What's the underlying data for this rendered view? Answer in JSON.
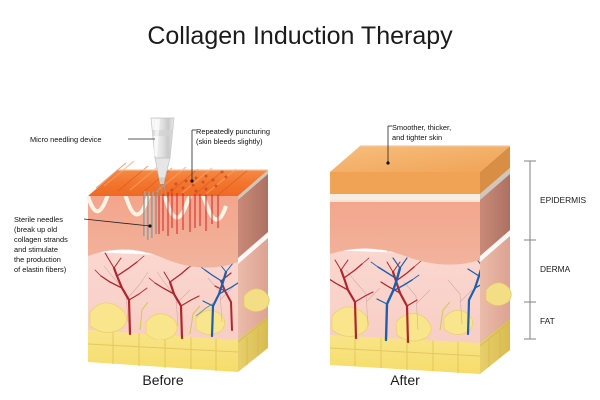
{
  "page": {
    "title": "Collagen Induction Therapy",
    "background_color": "#ffffff"
  },
  "panels": [
    {
      "id": "before",
      "caption": "Before",
      "annotations": [
        {
          "name": "micro-needling-device",
          "lines": [
            "Micro needling device"
          ]
        },
        {
          "name": "repeated-puncturing",
          "lines": [
            "Repeatedly puncturing",
            "(skin bleeds slightly)"
          ]
        },
        {
          "name": "sterile-needles",
          "lines": [
            "Sterile needles",
            "(break up old",
            "collagen strands",
            "and stimulate",
            "the production",
            "of elastin fibers)"
          ]
        }
      ]
    },
    {
      "id": "after",
      "caption": "After",
      "annotations": [
        {
          "name": "smoother-skin",
          "lines": [
            "Smoother, thicker,",
            "and tighter skin"
          ]
        }
      ]
    }
  ],
  "layer_labels": [
    {
      "name": "epidermis",
      "label": "EPIDERMIS"
    },
    {
      "name": "derma",
      "label": "DERMA"
    },
    {
      "name": "fat",
      "label": "FAT"
    }
  ],
  "colors": {
    "epidermis_top_before": "#F2752E",
    "epidermis_top_after": "#F4AE64",
    "epidermis_body": "#F0A78F",
    "epidermis_side": "#B5796A",
    "derma": "#F9D2CA",
    "derma_side": "#E0A998",
    "fat": "#F7E07A",
    "fat_side": "#DFC45F",
    "artery": "#B3252C",
    "vein": "#1C5FB0",
    "needle_track": "#E02020",
    "needle_steel": "#8A8A8A",
    "device_body": "#E9E9E9",
    "junction": "#FFFFFF",
    "text": "#1b1b1b",
    "bracket": "#8d8d8d"
  }
}
